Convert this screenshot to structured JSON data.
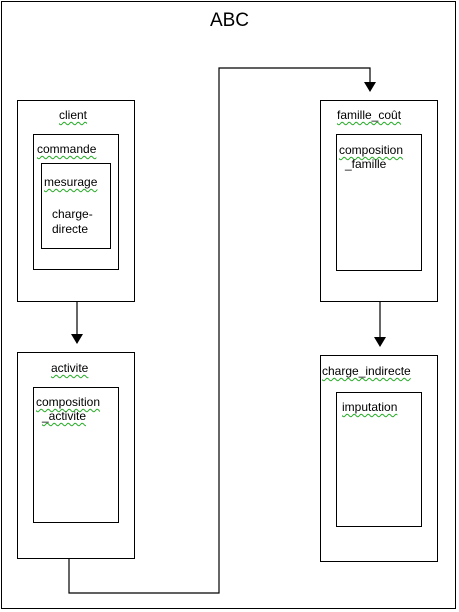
{
  "diagram": {
    "title": "ABC",
    "client": {
      "label": "client",
      "commande": {
        "label": "commande",
        "mesurage": {
          "label": "mesurage",
          "sub_line1": "charge-",
          "sub_line2": "directe"
        }
      }
    },
    "activite": {
      "label": "activite",
      "child_line1": "composition",
      "child_line2": "_activite"
    },
    "famille_cout": {
      "label": "famille_coût",
      "child_line1": "composition",
      "child_line2": "_famille"
    },
    "charge_indirecte": {
      "label": "charge_indirecte",
      "child_label": "imputation"
    }
  }
}
